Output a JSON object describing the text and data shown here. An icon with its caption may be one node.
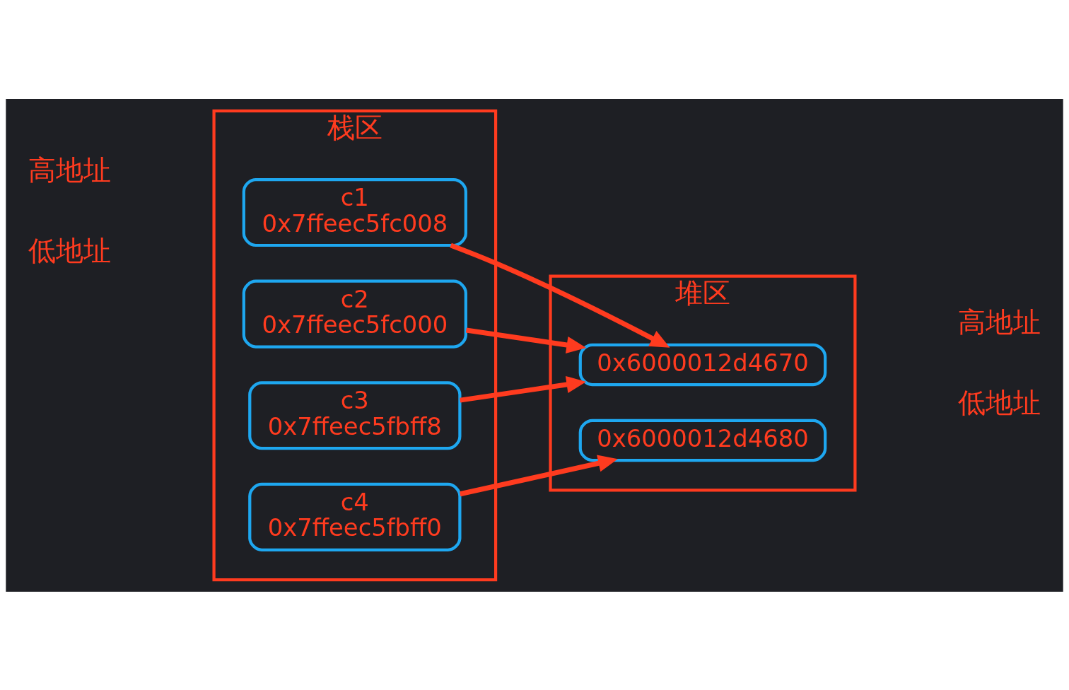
{
  "diagram": {
    "nodes": [
      {
        "text": [
          "栈区"
        ]
      },
      {
        "text": [
          "c1",
          "0x7ffeec5fc008"
        ],
        "in": 0
      },
      {
        "text": [
          "c2",
          "0x7ffeec5fc000"
        ],
        "in": 0
      },
      {
        "text": [
          "c3",
          "0x7ffeec5fbff8"
        ],
        "in": 0
      },
      {
        "text": [
          "c4",
          "0x7ffeec5fbff0"
        ],
        "in": 0
      },
      {
        "text": [
          "堆区"
        ]
      },
      {
        "text": [
          "0x6000012d4680"
        ],
        "in": 5
      },
      {
        "text": [
          "0x6000012d4670"
        ],
        "in": 5
      }
    ],
    "edges": [
      {
        "from": 1,
        "to": 7,
        "arrow": "to"
      },
      {
        "from": 2,
        "to": 7,
        "arrow": "to"
      },
      {
        "from": 3,
        "to": 7,
        "arrow": "to"
      },
      {
        "from": 4,
        "to": 6,
        "arrow": "to"
      }
    ],
    "labels": [
      "高地址",
      "低地址",
      "高地址",
      "低地址"
    ]
  }
}
